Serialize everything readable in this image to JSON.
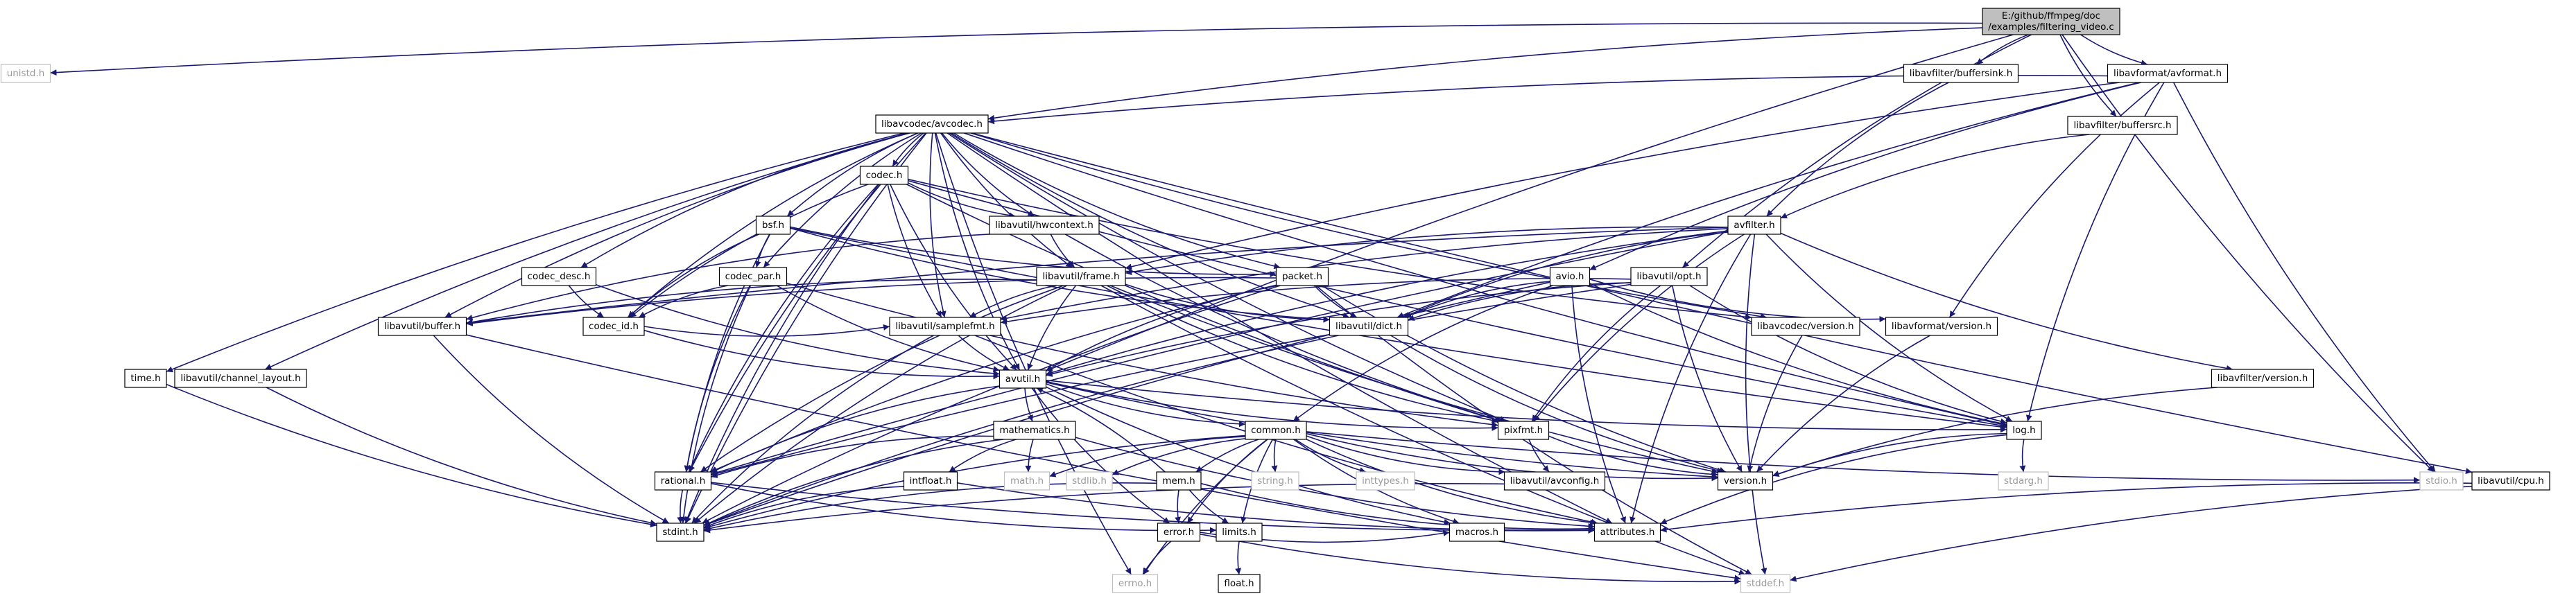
{
  "colors": {
    "edge": "#191970",
    "node_border": "#000000",
    "node_fill": "#ffffff",
    "root_fill": "#bfbfbf",
    "external_border": "#bfbfbf",
    "external_text": "#9a9a9a",
    "text": "#000000"
  },
  "graph": {
    "root": "root",
    "nodes": [
      {
        "id": "root",
        "label": "E:/github/ffmpeg/doc\n/examples/filtering_video.c",
        "kind": "root"
      },
      {
        "id": "unistd",
        "label": "unistd.h",
        "kind": "external"
      },
      {
        "id": "buffersink",
        "label": "libavfilter/buffersink.h",
        "kind": "file"
      },
      {
        "id": "avformat",
        "label": "libavformat/avformat.h",
        "kind": "file"
      },
      {
        "id": "avcodec",
        "label": "libavcodec/avcodec.h",
        "kind": "file"
      },
      {
        "id": "buffersrc",
        "label": "libavfilter/buffersrc.h",
        "kind": "file"
      },
      {
        "id": "codec",
        "label": "codec.h",
        "kind": "file"
      },
      {
        "id": "bsf",
        "label": "bsf.h",
        "kind": "file"
      },
      {
        "id": "hwcontext",
        "label": "libavutil/hwcontext.h",
        "kind": "file"
      },
      {
        "id": "avfilter",
        "label": "avfilter.h",
        "kind": "file"
      },
      {
        "id": "codec_desc",
        "label": "codec_desc.h",
        "kind": "file"
      },
      {
        "id": "codec_par",
        "label": "codec_par.h",
        "kind": "file"
      },
      {
        "id": "frame",
        "label": "libavutil/frame.h",
        "kind": "file"
      },
      {
        "id": "packet",
        "label": "packet.h",
        "kind": "file"
      },
      {
        "id": "avio",
        "label": "avio.h",
        "kind": "file"
      },
      {
        "id": "opt",
        "label": "libavutil/opt.h",
        "kind": "file"
      },
      {
        "id": "timeh",
        "label": "time.h",
        "kind": "file"
      },
      {
        "id": "chlayout",
        "label": "libavutil/channel_layout.h",
        "kind": "file"
      },
      {
        "id": "buffer",
        "label": "libavutil/buffer.h",
        "kind": "file"
      },
      {
        "id": "codec_id",
        "label": "codec_id.h",
        "kind": "file"
      },
      {
        "id": "samplefmt",
        "label": "libavutil/samplefmt.h",
        "kind": "file"
      },
      {
        "id": "dict",
        "label": "libavutil/dict.h",
        "kind": "file"
      },
      {
        "id": "avcodec_ver",
        "label": "libavcodec/version.h",
        "kind": "file"
      },
      {
        "id": "avformat_ver",
        "label": "libavformat/version.h",
        "kind": "file"
      },
      {
        "id": "avfilter_ver",
        "label": "libavfilter/version.h",
        "kind": "file"
      },
      {
        "id": "avutil",
        "label": "avutil.h",
        "kind": "file"
      },
      {
        "id": "pixfmt",
        "label": "pixfmt.h",
        "kind": "file"
      },
      {
        "id": "log",
        "label": "log.h",
        "kind": "file"
      },
      {
        "id": "mathematics",
        "label": "mathematics.h",
        "kind": "file"
      },
      {
        "id": "common",
        "label": "common.h",
        "kind": "file"
      },
      {
        "id": "rational",
        "label": "rational.h",
        "kind": "file"
      },
      {
        "id": "intfloat",
        "label": "intfloat.h",
        "kind": "file"
      },
      {
        "id": "mathh",
        "label": "math.h",
        "kind": "external"
      },
      {
        "id": "stdlib",
        "label": "stdlib.h",
        "kind": "external"
      },
      {
        "id": "mem",
        "label": "mem.h",
        "kind": "file"
      },
      {
        "id": "stringh",
        "label": "string.h",
        "kind": "external"
      },
      {
        "id": "inttypes",
        "label": "inttypes.h",
        "kind": "external"
      },
      {
        "id": "avconfig",
        "label": "libavutil/avconfig.h",
        "kind": "file"
      },
      {
        "id": "version",
        "label": "version.h",
        "kind": "file"
      },
      {
        "id": "stdio",
        "label": "stdio.h",
        "kind": "external"
      },
      {
        "id": "cpu",
        "label": "libavutil/cpu.h",
        "kind": "file"
      },
      {
        "id": "stdarg",
        "label": "stdarg.h",
        "kind": "external"
      },
      {
        "id": "macros",
        "label": "macros.h",
        "kind": "file"
      },
      {
        "id": "attributes",
        "label": "attributes.h",
        "kind": "file"
      },
      {
        "id": "stdint",
        "label": "stdint.h",
        "kind": "file"
      },
      {
        "id": "errorh",
        "label": "error.h",
        "kind": "file"
      },
      {
        "id": "limits",
        "label": "limits.h",
        "kind": "file"
      },
      {
        "id": "errno",
        "label": "errno.h",
        "kind": "external"
      },
      {
        "id": "floath",
        "label": "float.h",
        "kind": "file"
      },
      {
        "id": "stddef",
        "label": "stddef.h",
        "kind": "external"
      }
    ],
    "edges": [
      [
        "root",
        "unistd"
      ],
      [
        "root",
        "buffersink"
      ],
      [
        "root",
        "avformat"
      ],
      [
        "root",
        "avcodec"
      ],
      [
        "root",
        "buffersrc"
      ],
      [
        "root",
        "opt"
      ],
      [
        "root",
        "stdio"
      ],
      [
        "root",
        "avutil"
      ],
      [
        "buffersink",
        "avfilter"
      ],
      [
        "buffersrc",
        "avfilter"
      ],
      [
        "avformat",
        "avcodec"
      ],
      [
        "avformat",
        "avio"
      ],
      [
        "avformat",
        "avformat_ver"
      ],
      [
        "avformat",
        "stdio"
      ],
      [
        "avformat",
        "dict"
      ],
      [
        "avformat",
        "log"
      ],
      [
        "avformat",
        "frame"
      ],
      [
        "avcodec",
        "codec"
      ],
      [
        "avcodec",
        "bsf"
      ],
      [
        "avcodec",
        "hwcontext"
      ],
      [
        "avcodec",
        "codec_desc"
      ],
      [
        "avcodec",
        "codec_par"
      ],
      [
        "avcodec",
        "frame"
      ],
      [
        "avcodec",
        "packet"
      ],
      [
        "avcodec",
        "timeh"
      ],
      [
        "avcodec",
        "chlayout"
      ],
      [
        "avcodec",
        "buffer"
      ],
      [
        "avcodec",
        "codec_id"
      ],
      [
        "avcodec",
        "samplefmt"
      ],
      [
        "avcodec",
        "dict"
      ],
      [
        "avcodec",
        "avcodec_ver"
      ],
      [
        "avcodec",
        "avutil"
      ],
      [
        "avcodec",
        "pixfmt"
      ],
      [
        "avcodec",
        "log"
      ],
      [
        "avcodec",
        "rational"
      ],
      [
        "avcodec",
        "attributes"
      ],
      [
        "avcodec",
        "stdint"
      ],
      [
        "avcodec",
        "errno"
      ],
      [
        "avcodec",
        "cpu"
      ],
      [
        "codec",
        "hwcontext"
      ],
      [
        "codec",
        "codec_id"
      ],
      [
        "codec",
        "samplefmt"
      ],
      [
        "codec",
        "avutil"
      ],
      [
        "codec",
        "pixfmt"
      ],
      [
        "codec",
        "log"
      ],
      [
        "codec",
        "rational"
      ],
      [
        "codec",
        "avcodec_ver"
      ],
      [
        "codec",
        "stdint"
      ],
      [
        "bsf",
        "codec_id"
      ],
      [
        "bsf",
        "codec_par"
      ],
      [
        "bsf",
        "packet"
      ],
      [
        "bsf",
        "dict"
      ],
      [
        "bsf",
        "log"
      ],
      [
        "bsf",
        "rational"
      ],
      [
        "hwcontext",
        "frame"
      ],
      [
        "hwcontext",
        "buffer"
      ],
      [
        "hwcontext",
        "pixfmt"
      ],
      [
        "avfilter",
        "frame"
      ],
      [
        "avfilter",
        "avutil"
      ],
      [
        "avfilter",
        "dict"
      ],
      [
        "avfilter",
        "avfilter_ver"
      ],
      [
        "avfilter",
        "log"
      ],
      [
        "avfilter",
        "pixfmt"
      ],
      [
        "avfilter",
        "rational"
      ],
      [
        "avfilter",
        "samplefmt"
      ],
      [
        "avfilter",
        "buffer"
      ],
      [
        "avfilter",
        "attributes"
      ],
      [
        "avfilter",
        "stddef"
      ],
      [
        "codec_desc",
        "codec_id"
      ],
      [
        "codec_desc",
        "avutil"
      ],
      [
        "codec_par",
        "codec_id"
      ],
      [
        "codec_par",
        "avutil"
      ],
      [
        "codec_par",
        "pixfmt"
      ],
      [
        "codec_par",
        "rational"
      ],
      [
        "codec_par",
        "stdint"
      ],
      [
        "frame",
        "buffer"
      ],
      [
        "frame",
        "dict"
      ],
      [
        "frame",
        "samplefmt"
      ],
      [
        "frame",
        "avutil"
      ],
      [
        "frame",
        "pixfmt"
      ],
      [
        "frame",
        "rational"
      ],
      [
        "frame",
        "stdint"
      ],
      [
        "frame",
        "stddef"
      ],
      [
        "frame",
        "version"
      ],
      [
        "packet",
        "dict"
      ],
      [
        "packet",
        "buffer"
      ],
      [
        "packet",
        "avutil"
      ],
      [
        "packet",
        "rational"
      ],
      [
        "packet",
        "stdint"
      ],
      [
        "packet",
        "stddef"
      ],
      [
        "packet",
        "version"
      ],
      [
        "avio",
        "dict"
      ],
      [
        "avio",
        "common"
      ],
      [
        "avio",
        "log"
      ],
      [
        "avio",
        "avformat_ver"
      ],
      [
        "avio",
        "attributes"
      ],
      [
        "avio",
        "stdint"
      ],
      [
        "opt",
        "dict"
      ],
      [
        "opt",
        "avutil"
      ],
      [
        "opt",
        "rational"
      ],
      [
        "opt",
        "samplefmt"
      ],
      [
        "opt",
        "pixfmt"
      ],
      [
        "opt",
        "log"
      ],
      [
        "opt",
        "version"
      ],
      [
        "timeh",
        "stdint"
      ],
      [
        "chlayout",
        "stdint"
      ],
      [
        "buffer",
        "stdint"
      ],
      [
        "buffer",
        "stddef"
      ],
      [
        "codec_id",
        "avutil"
      ],
      [
        "codec_id",
        "samplefmt"
      ],
      [
        "samplefmt",
        "avutil"
      ],
      [
        "samplefmt",
        "attributes"
      ],
      [
        "samplefmt",
        "stdint"
      ],
      [
        "dict",
        "stdint"
      ],
      [
        "dict",
        "version"
      ],
      [
        "avcodec_ver",
        "version"
      ],
      [
        "avformat_ver",
        "version"
      ],
      [
        "avfilter_ver",
        "version"
      ],
      [
        "avutil",
        "common"
      ],
      [
        "avutil",
        "rational"
      ],
      [
        "avutil",
        "version"
      ],
      [
        "avutil",
        "macros"
      ],
      [
        "avutil",
        "mathematics"
      ],
      [
        "avutil",
        "log"
      ],
      [
        "avutil",
        "pixfmt"
      ],
      [
        "avutil",
        "errorh"
      ],
      [
        "pixfmt",
        "avconfig"
      ],
      [
        "pixfmt",
        "version"
      ],
      [
        "log",
        "version"
      ],
      [
        "log",
        "attributes"
      ],
      [
        "log",
        "stdarg"
      ],
      [
        "mathematics",
        "rational"
      ],
      [
        "mathematics",
        "intfloat"
      ],
      [
        "mathematics",
        "mathh"
      ],
      [
        "mathematics",
        "stdint"
      ],
      [
        "mathematics",
        "attributes"
      ],
      [
        "common",
        "errno"
      ],
      [
        "common",
        "inttypes"
      ],
      [
        "common",
        "limits"
      ],
      [
        "common",
        "mathh"
      ],
      [
        "common",
        "stdint"
      ],
      [
        "common",
        "stdio"
      ],
      [
        "common",
        "stdlib"
      ],
      [
        "common",
        "stringh"
      ],
      [
        "common",
        "attributes"
      ],
      [
        "common",
        "macros"
      ],
      [
        "common",
        "version"
      ],
      [
        "common",
        "avconfig"
      ],
      [
        "common",
        "mem"
      ],
      [
        "common",
        "errorh"
      ],
      [
        "rational",
        "stdint"
      ],
      [
        "rational",
        "limits"
      ],
      [
        "rational",
        "attributes"
      ],
      [
        "intfloat",
        "stdint"
      ],
      [
        "intfloat",
        "attributes"
      ],
      [
        "mem",
        "limits"
      ],
      [
        "mem",
        "stdint"
      ],
      [
        "mem",
        "attributes"
      ],
      [
        "mem",
        "errorh"
      ],
      [
        "mem",
        "avutil"
      ],
      [
        "errorh",
        "errno"
      ],
      [
        "errorh",
        "stddef"
      ],
      [
        "errorh",
        "macros"
      ],
      [
        "limits",
        "floath"
      ],
      [
        "cpu",
        "attributes"
      ],
      [
        "cpu",
        "stddef"
      ],
      [
        "avconfig",
        "stdint"
      ]
    ]
  }
}
